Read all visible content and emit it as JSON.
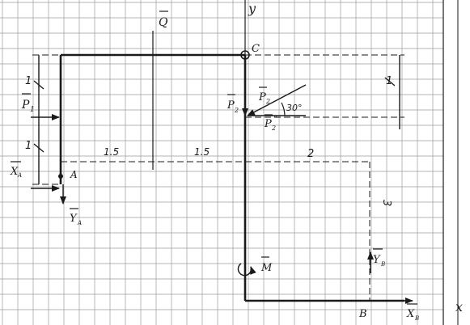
{
  "labels": {
    "Q": "Q",
    "y": "y",
    "x": "x",
    "C": "C",
    "A": "A",
    "B": "B",
    "P1": "P",
    "P1_sub": "1",
    "P2": "P",
    "P2_sub": "2",
    "P2_top": "P",
    "P2_top_sub": "2",
    "P2_pp": "P",
    "P2_pp_sub": "2",
    "P2_pp_mark": "\"",
    "XA": "X",
    "XA_sub": "A",
    "YA": "Y",
    "YA_sub": "A",
    "YB": "Y",
    "YB_sub": "B",
    "XB": "X",
    "XB_sub": "B",
    "M": "M",
    "angle": "30°"
  },
  "dimensions": {
    "d_left_1": "1.5",
    "d_left_2": "1.5",
    "d_right": "2",
    "d_top_left": "1",
    "d_bottom_left": "1",
    "d_top_right": "1",
    "d_right_vertical": "3"
  },
  "colors": {
    "ink": "#1a1a1a",
    "grid": "#9a9a9a",
    "paper": "#ffffff"
  }
}
